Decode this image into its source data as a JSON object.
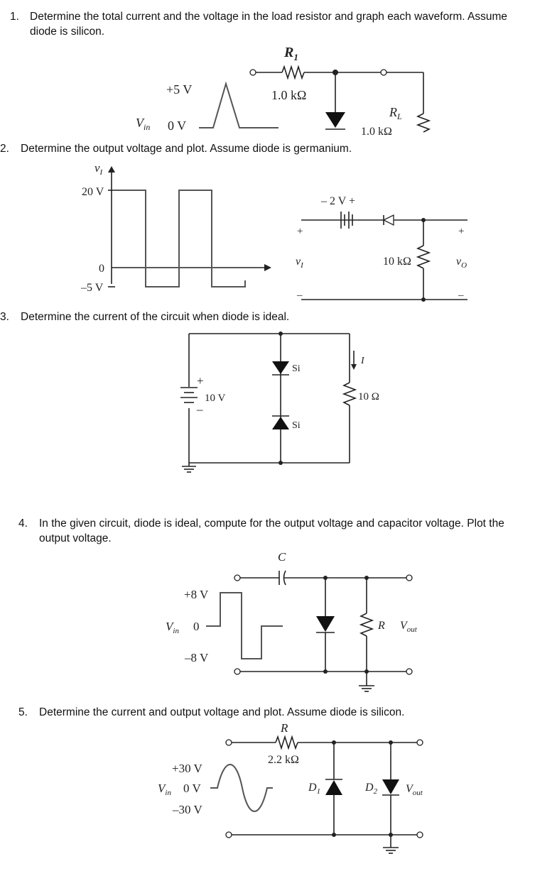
{
  "questions": [
    {
      "number": "1.",
      "line1": "Determine the total current and the voltage in the load resistor and graph each waveform. Assume",
      "line2": "diode is silicon."
    },
    {
      "number": "2.",
      "line1": "Determine the output voltage and plot. Assume diode is germanium."
    },
    {
      "number": "3.",
      "line1": "Determine the current of the circuit when diode is ideal."
    },
    {
      "number": "4.",
      "line1": "In the given circuit, diode is ideal, compute for the output voltage and capacitor voltage. Plot the",
      "line2": "output voltage."
    },
    {
      "number": "5.",
      "line1": "Determine the current and output voltage and plot. Assume diode is silicon."
    }
  ],
  "fig1": {
    "vmax": "+5 V",
    "vin": "V",
    "vin_sub": "in",
    "zero": "0 V",
    "r1": "R",
    "r1_sub": "1",
    "r1_val": "1.0 kΩ",
    "rl": "R",
    "rl_sub": "L",
    "rl_val": "1.0 kΩ"
  },
  "fig2": {
    "axis": "v",
    "axis_sub": "I",
    "y_top": "20 V",
    "y_zero": "0",
    "y_bot": "–5 V",
    "batt": "– 2 V +",
    "plus_in": "+",
    "vi": "v",
    "vi_sub": "I",
    "minus_in": "–",
    "res": "10 kΩ",
    "plus_out": "+",
    "vo": "v",
    "vo_sub": "O",
    "minus_out": "–"
  },
  "fig3": {
    "plus": "+",
    "volts": "10 V",
    "minus": "–",
    "d1": "Si",
    "d2": "Si",
    "current": "I",
    "res": "10 Ω"
  },
  "fig4": {
    "cap": "C",
    "vmax": "+8 V",
    "vin": "V",
    "vin_sub": "in",
    "zero": "0",
    "vmin": "–8 V",
    "r": "R",
    "vout": "V",
    "vout_sub": "out"
  },
  "fig5": {
    "r": "R",
    "r_val": "2.2 kΩ",
    "vmax": "+30 V",
    "vin": "V",
    "vin_sub": "in",
    "zero": "0 V",
    "vmin": "–30 V",
    "d1": "D",
    "d1_sub": "1",
    "d2": "D",
    "d2_sub": "2",
    "vout": "V",
    "vout_sub": "out"
  }
}
